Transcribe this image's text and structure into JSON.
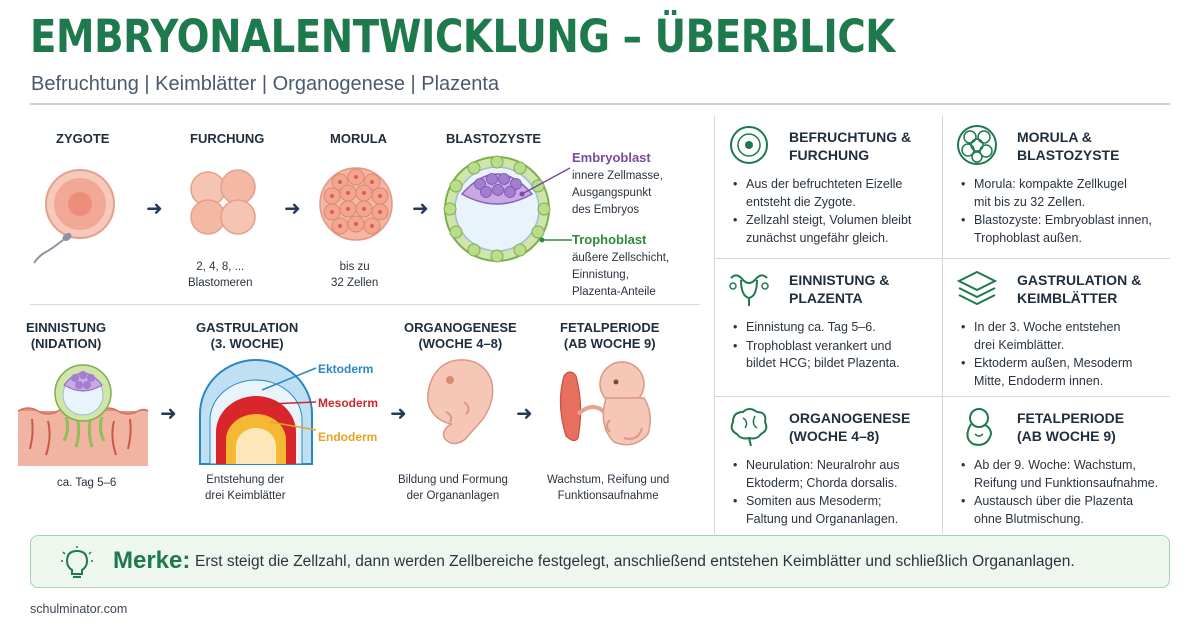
{
  "header": {
    "title": "EMBRYONALENTWICKLUNG – ÜBERBLICK",
    "subtitle": "Befruchtung | Keimblätter | Organogenese | Plazenta"
  },
  "colors": {
    "accent": "#1e7a4c",
    "embryoblast": "#7a4aa0",
    "trophoblast": "#2f8a3c",
    "ektoderm": "#2a86c4",
    "mesoderm": "#c8282c",
    "endoderm": "#e8a31e"
  },
  "top_stages": [
    {
      "label": "ZYGOTE",
      "caption": ""
    },
    {
      "label": "FURCHUNG",
      "caption": "2, 4, 8, ...\nBlastomeren"
    },
    {
      "label": "MORULA",
      "caption": "bis zu\n32 Zellen"
    },
    {
      "label": "BLASTOZYSTE",
      "caption": ""
    }
  ],
  "blastocyst_labels": {
    "embryoblast_title": "Embryoblast",
    "embryoblast_text": "innere Zellmasse,\nAusgangspunkt\ndes Embryos",
    "trophoblast_title": "Trophoblast",
    "trophoblast_text": "äußere Zellschicht,\nEinnistung,\nPlazenta-Anteile"
  },
  "bottom_stages": [
    {
      "label": "EINNISTUNG\n(NIDATION)",
      "caption": "ca. Tag 5–6"
    },
    {
      "label": "GASTRULATION\n(3. WOCHE)",
      "caption": "Entstehung der\ndrei Keimblätter"
    },
    {
      "label": "ORGANOGENESE\n(WOCHE 4–8)",
      "caption": "Bildung und Formung\nder Organanlagen"
    },
    {
      "label": "FETALPERIODE\n(AB WOCHE 9)",
      "caption": "Wachstum, Reifung und\nFunktionsaufnahme"
    }
  ],
  "germ_layers": {
    "ektoderm": "Ektoderm",
    "mesoderm": "Mesoderm",
    "endoderm": "Endoderm"
  },
  "cards": [
    {
      "icon": "egg-cell-icon",
      "title": "BEFRUCHTUNG &\nFURCHUNG",
      "bullets": [
        "Aus der befruchteten Eizelle\nentsteht die Zygote.",
        "Zellzahl steigt, Volumen bleibt\nzunächst ungefähr gleich."
      ]
    },
    {
      "icon": "cell-cluster-icon",
      "title": "MORULA &\nBLASTOZYSTE",
      "bullets": [
        "Morula: kompakte Zellkugel\nmit bis zu 32 Zellen.",
        "Blastozyste: Embryoblast innen,\nTrophoblast außen."
      ]
    },
    {
      "icon": "uterus-icon",
      "title": "EINNISTUNG &\nPLAZENTA",
      "bullets": [
        "Einnistung ca. Tag 5–6.",
        "Trophoblast verankert und\nbildet HCG; bildet Plazenta."
      ]
    },
    {
      "icon": "layers-icon",
      "title": "GASTRULATION &\nKEIMBLÄTTER",
      "bullets": [
        "In der 3. Woche entstehen\ndrei Keimblätter.",
        "Ektoderm außen, Mesoderm\nMitte, Endoderm innen."
      ]
    },
    {
      "icon": "brain-icon",
      "title": "ORGANOGENESE\n(WOCHE 4–8)",
      "bullets": [
        "Neurulation: Neuralrohr aus\nEktoderm; Chorda dorsalis.",
        "Somiten aus Mesoderm;\nFaltung und Organanlagen."
      ]
    },
    {
      "icon": "fetus-icon",
      "title": "FETALPERIODE\n(AB WOCHE 9)",
      "bullets": [
        "Ab der 9. Woche: Wachstum,\nReifung und Funktionsaufnahme.",
        "Austausch über die Plazenta\nohne Blutmischung."
      ]
    }
  ],
  "merke": {
    "label": "Merke:",
    "text": "Erst steigt die Zellzahl, dann werden Zellbereiche festgelegt, anschließend entstehen Keimblätter und schließlich Organanlagen."
  },
  "footer": {
    "source": "schulminator.com"
  }
}
